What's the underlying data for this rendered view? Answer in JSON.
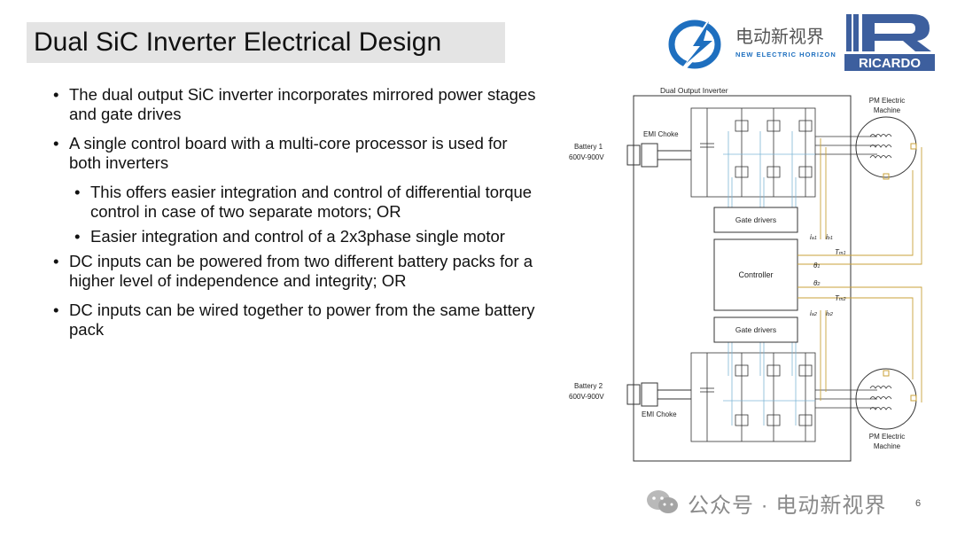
{
  "slide": {
    "title": "Dual SiC Inverter Electrical Design",
    "page_number": "6"
  },
  "bullets": [
    {
      "level": 1,
      "text": "The dual output SiC inverter incorporates mirrored power stages and gate drives"
    },
    {
      "level": 1,
      "text": "A single control board with a multi-core processor is used for both inverters"
    },
    {
      "level": 2,
      "text": "This offers easier integration and control of differential torque control in case of two separate motors; OR"
    },
    {
      "level": 2,
      "text": "Easier integration and control of a 2x3phase single motor"
    },
    {
      "level": 1,
      "text": "DC inputs can be powered from two different battery packs for a higher level of independence and integrity; OR"
    },
    {
      "level": 1,
      "text": "DC inputs can be wired together to power from the same battery pack"
    }
  ],
  "logos": {
    "ne_cn": "电动新视界",
    "ne_en": "NEW ELECTRIC HORIZON",
    "ricardo": "RICARDO"
  },
  "diagram": {
    "title": "Dual Output Inverter",
    "battery1": "Battery 1",
    "battery1_v": "600V-900V",
    "battery2": "Battery 2",
    "battery2_v": "600V-900V",
    "emi1": "EMI Choke",
    "emi2": "EMI Choke",
    "gate1": "Gate drivers",
    "gate2": "Gate drivers",
    "controller": "Controller",
    "pm1_a": "PM Electric",
    "pm1_b": "Machine",
    "pm2_a": "PM Electric",
    "pm2_b": "Machine",
    "sig_ia1": "i",
    "sig_ia1_sub": "a1",
    "sig_ib1": "i",
    "sig_ib1_sub": "b1",
    "sig_tm1": "T",
    "sig_tm1_sub": "m1",
    "sig_th1": "θ",
    "sig_th1_sub": "1",
    "sig_th2": "θ",
    "sig_th2_sub": "2",
    "sig_tm2": "T",
    "sig_tm2_sub": "m2",
    "sig_ia2": "i",
    "sig_ia2_sub": "a2",
    "sig_ib2": "i",
    "sig_ib2_sub": "b2",
    "colors": {
      "wire": "#333333",
      "signal": "#c9a23a",
      "gate": "#7fb6d6"
    }
  },
  "watermark": {
    "text": "公众号 · 电动新视界"
  }
}
